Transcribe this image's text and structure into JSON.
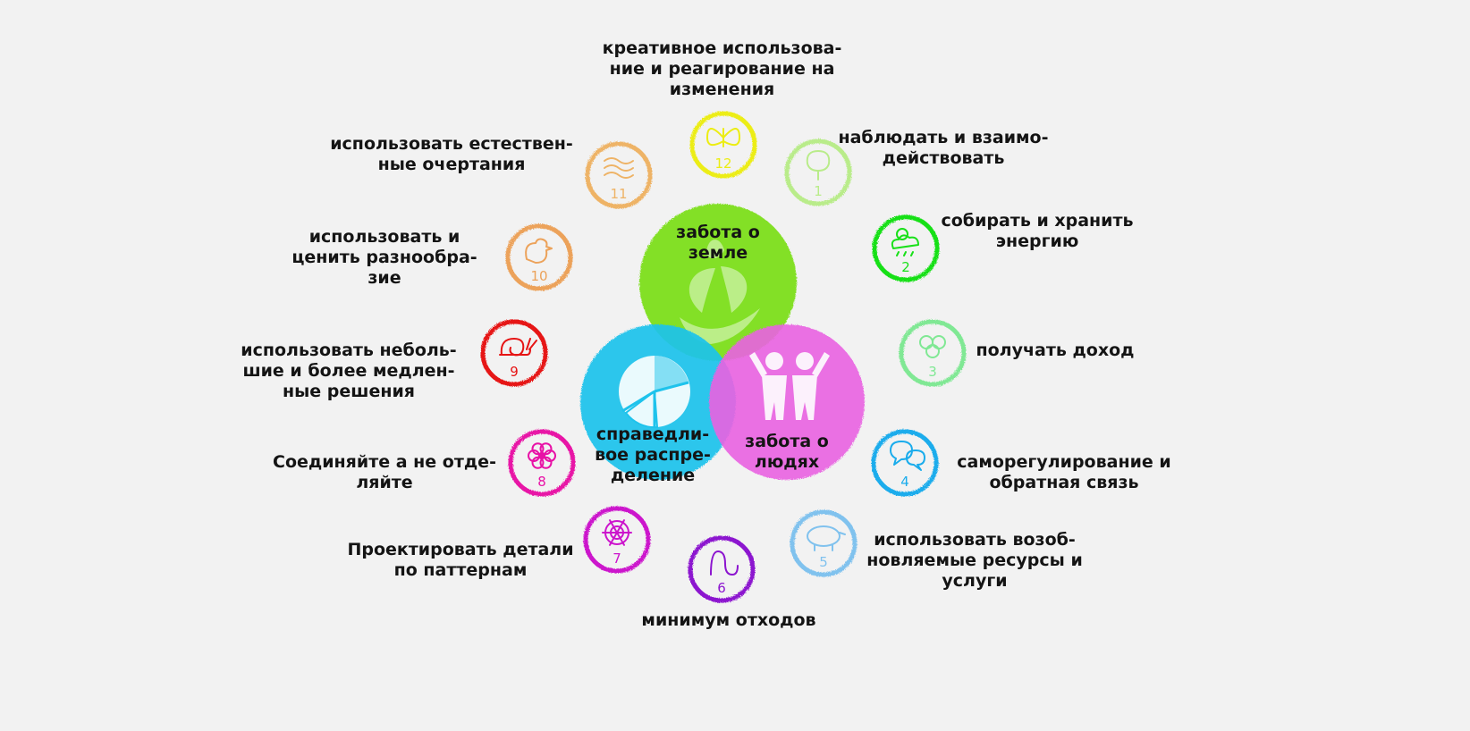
{
  "ethics": [
    {
      "id": "earth",
      "label": "забота о\nземле",
      "color": "#7ee01e"
    },
    {
      "id": "fair",
      "label": "справедли-\nвое распре-\nделение",
      "color": "#1ec3ec"
    },
    {
      "id": "people",
      "label": "забота о\nлюдях",
      "color": "#ea62e2"
    }
  ],
  "principles": [
    {
      "number": "1",
      "icon": "tree-icon",
      "label": "наблюдать и взаимо-\nдействовать",
      "color": "#b9ec8a"
    },
    {
      "number": "2",
      "icon": "sun-cloud-icon",
      "label": "собирать и хранить\nэнергию",
      "color": "#19e019"
    },
    {
      "number": "3",
      "icon": "clover-icon",
      "label": "получать доход",
      "color": "#80e894"
    },
    {
      "number": "4",
      "icon": "speech-bubbles-icon",
      "label": "саморегулирование и\nобратная связь",
      "color": "#1aacec"
    },
    {
      "number": "5",
      "icon": "pig-icon",
      "label": "использовать возоб-\nновляемые ресурсы и\nуслуги",
      "color": "#80c2ee"
    },
    {
      "number": "6",
      "icon": "worm-icon",
      "label": "минимум отходов",
      "color": "#8c14cf"
    },
    {
      "number": "7",
      "icon": "spider-web-icon",
      "label": "Проектировать детали\nпо паттернам",
      "color": "#cc14cc"
    },
    {
      "number": "8",
      "icon": "flower-icon",
      "label": "Соединяйте а не отде-\nляйте",
      "color": "#e812a6"
    },
    {
      "number": "9",
      "icon": "snail-icon",
      "label": "использовать неболь-\nшие и более медлен-\nные решения",
      "color": "#e61414"
    },
    {
      "number": "10",
      "icon": "bird-icon",
      "label": "использовать и\nценить разнообра-\nзие",
      "color": "#eca25a"
    },
    {
      "number": "11",
      "icon": "waves-icon",
      "label": "использовать естествен-\nные очертания",
      "color": "#eeb366"
    },
    {
      "number": "12",
      "icon": "butterfly-icon",
      "label": "креативное использова-\nние и реагирование на\nизменения",
      "color": "#eced12"
    }
  ]
}
